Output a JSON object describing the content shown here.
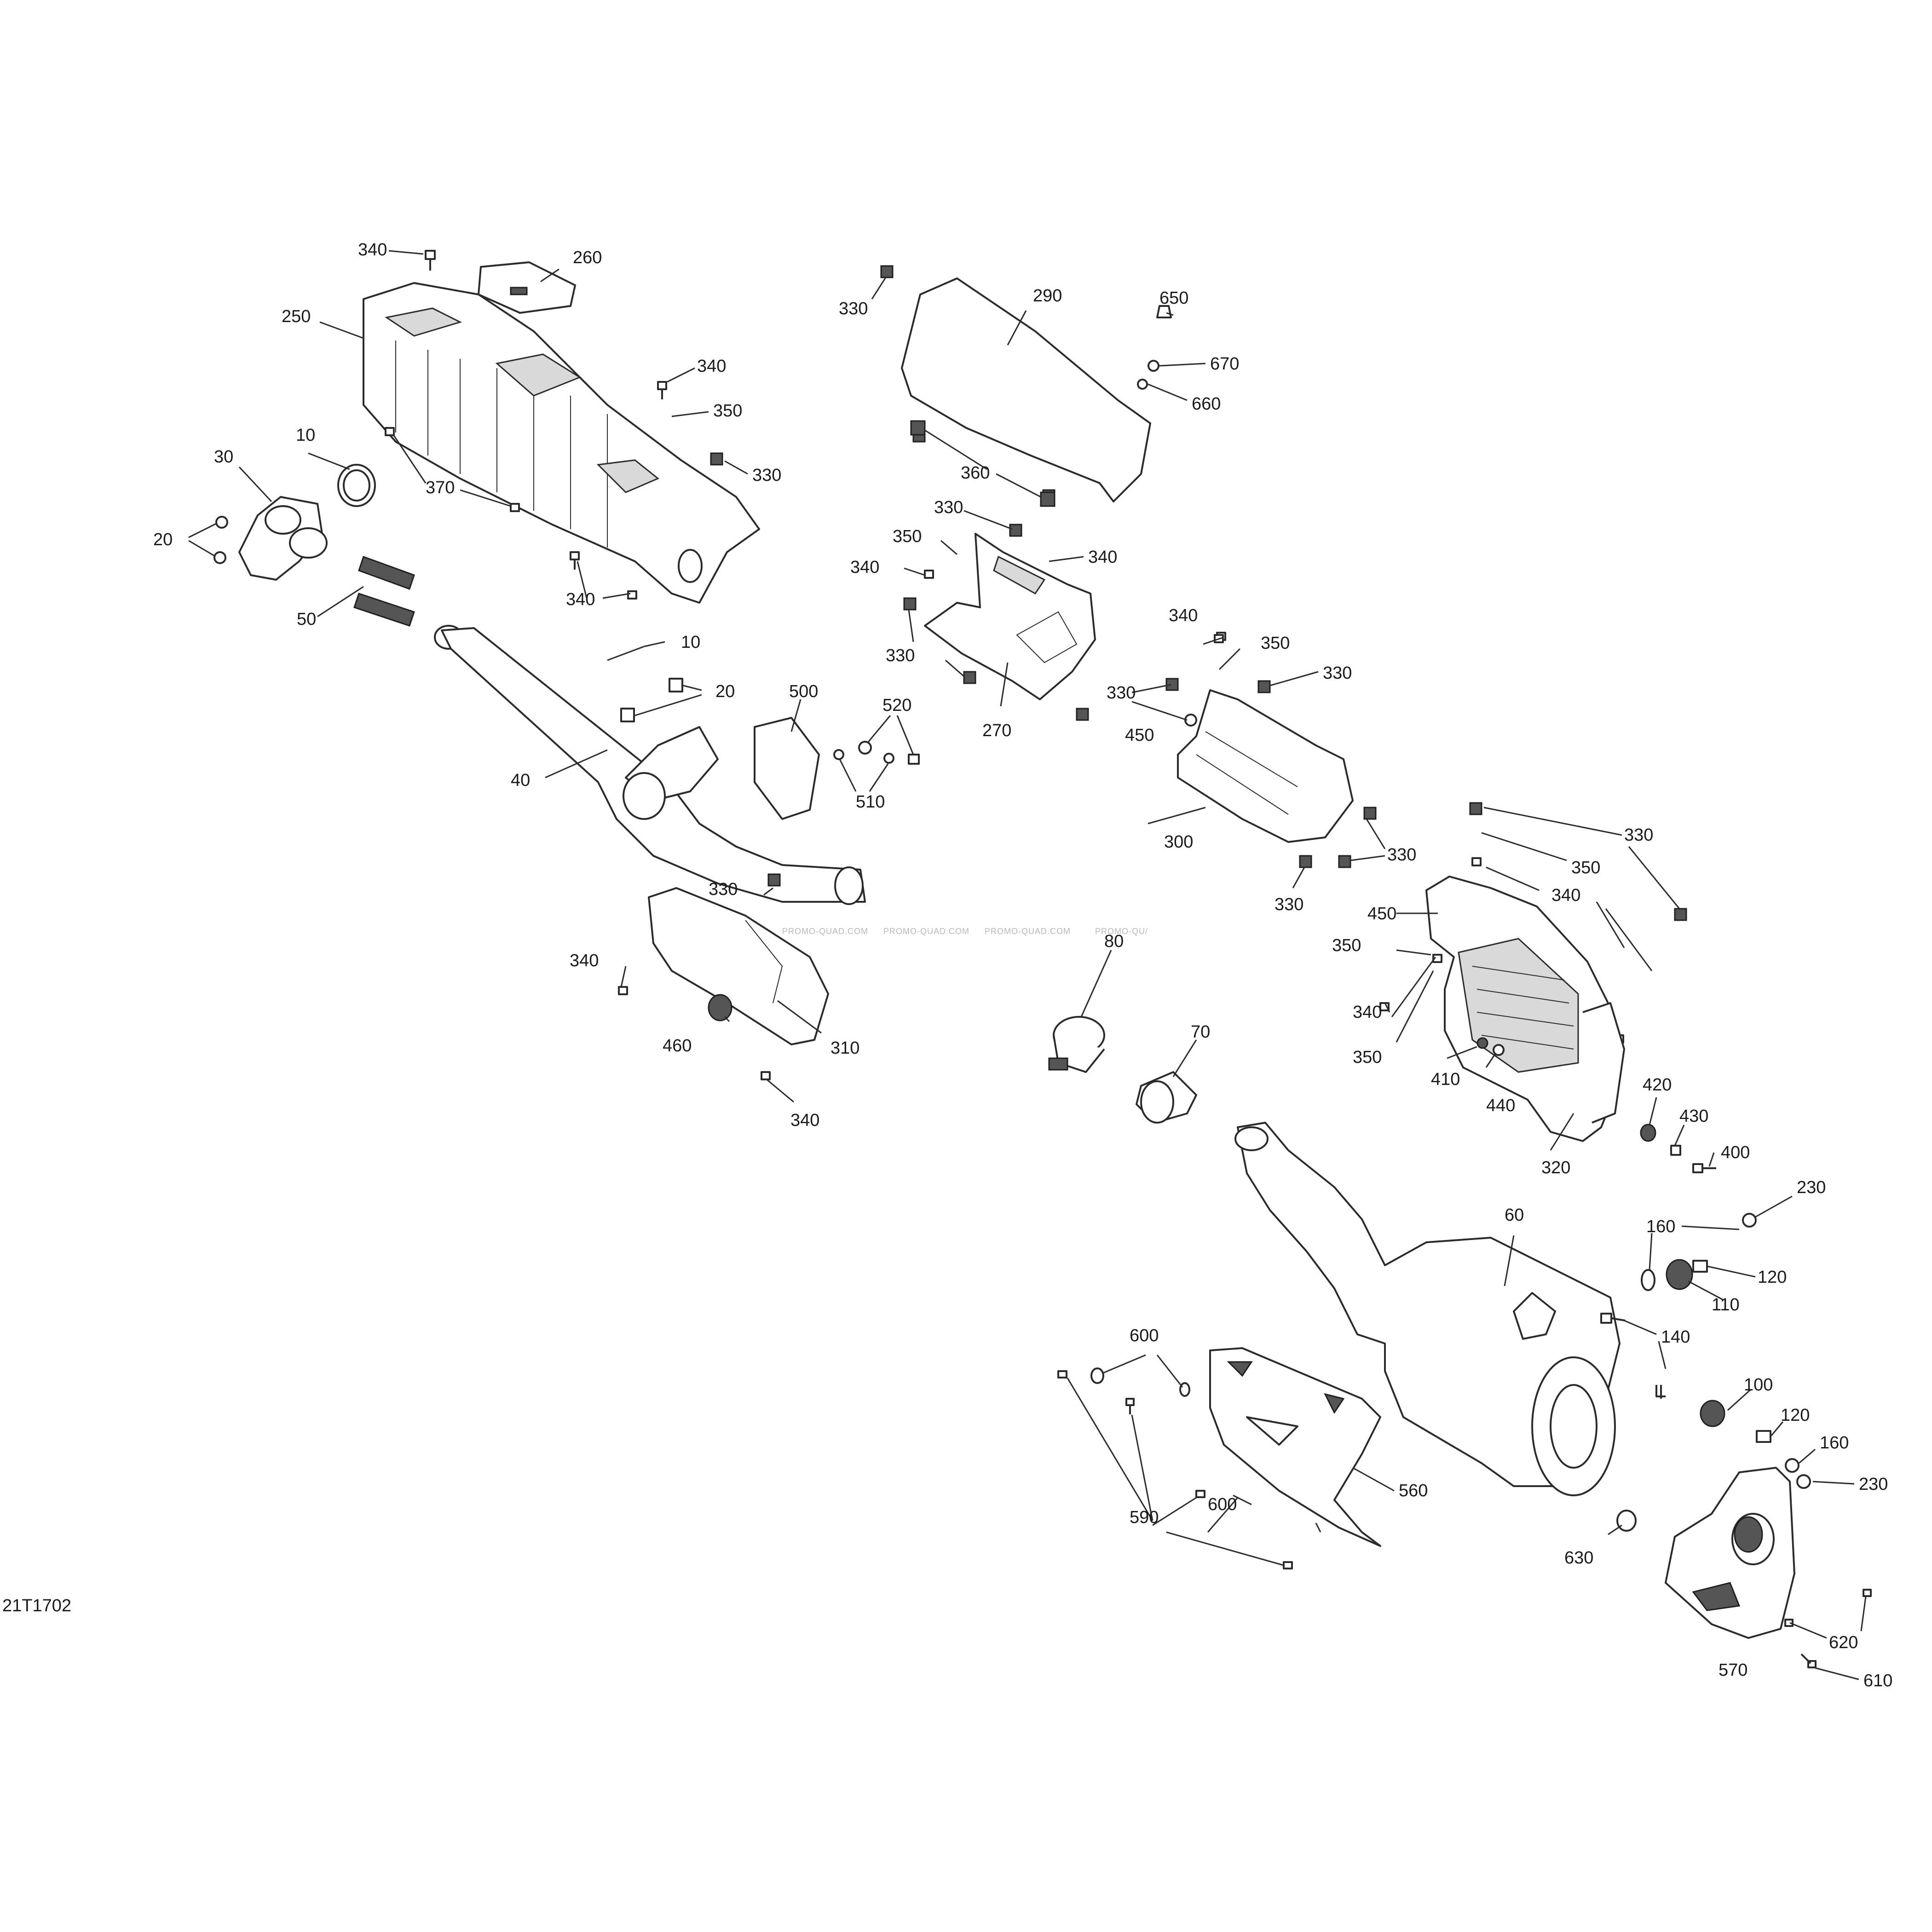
{
  "reference_code": "21T1702",
  "watermarks": [
    "PROMO-QUAD.COM",
    "PROMO-QUAD.COM",
    "PROMO-QUAD.COM",
    "PROMO-QU/"
  ],
  "callouts": {
    "c340a": "340",
    "c260": "260",
    "c250": "250",
    "c340b": "340",
    "c350a": "350",
    "c330a": "330",
    "c10a": "10",
    "c30": "30",
    "c370": "370",
    "c20a": "20",
    "c340c": "340",
    "c50": "50",
    "c10b": "10",
    "c20b": "20",
    "c40": "40",
    "c500": "500",
    "c520": "520",
    "c510": "510",
    "c330b": "330",
    "c290": "290",
    "c650": "650",
    "c670": "670",
    "c660": "660",
    "c360": "360",
    "c330c": "330",
    "c350b": "350",
    "c340d": "340",
    "c340e": "340",
    "c330d": "330",
    "c270": "270",
    "c340f": "340",
    "c350c": "350",
    "c330e": "330",
    "c330f": "330",
    "c450a": "450",
    "c300": "300",
    "c330g": "330",
    "c330h": "330",
    "c330i": "330",
    "c350d": "350",
    "c340g": "340",
    "c450b": "450",
    "c350e": "350",
    "c340h": "340",
    "c350f": "350",
    "c410": "410",
    "c440": "440",
    "c320": "320",
    "c330j": "330",
    "c340i": "340",
    "c460": "460",
    "c310": "310",
    "c340j": "340",
    "c80": "80",
    "c70": "70",
    "c420": "420",
    "c430": "430",
    "c400": "400",
    "c230a": "230",
    "c160a": "160",
    "c120a": "120",
    "c110": "110",
    "c60": "60",
    "c140": "140",
    "c100": "100",
    "c120b": "120",
    "c160b": "160",
    "c230b": "230",
    "c600a": "600",
    "c560": "560",
    "c600b": "600",
    "c590": "590",
    "c630": "630",
    "c570": "570",
    "c620": "620",
    "c610": "610"
  }
}
